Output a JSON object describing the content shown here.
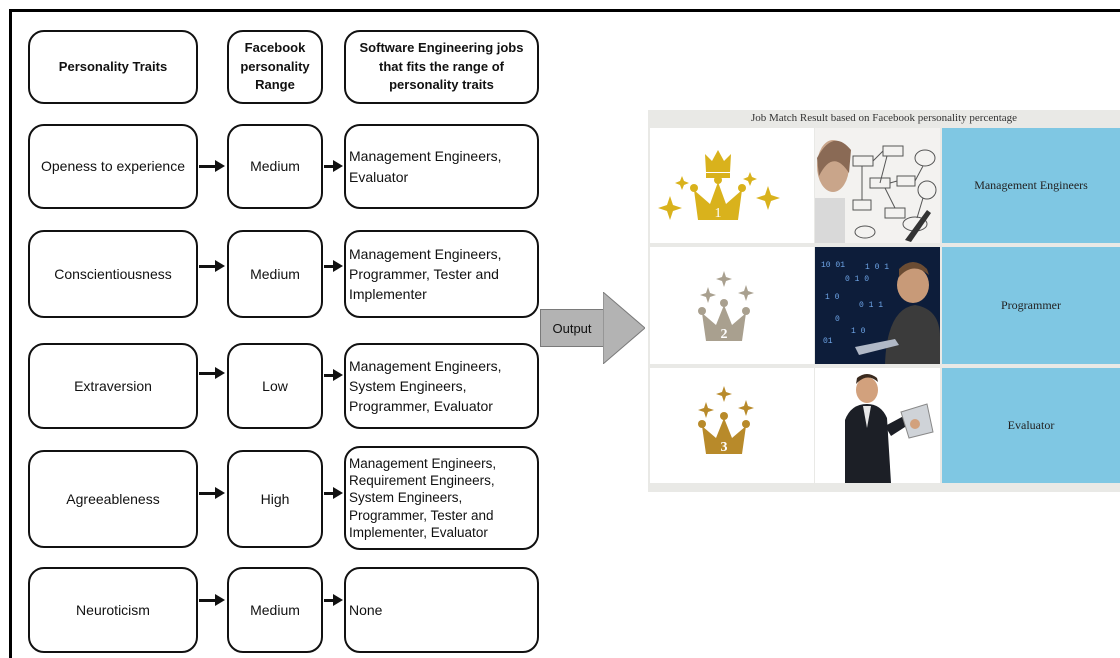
{
  "headers": {
    "traits": "Personality Traits",
    "range": "Facebook personality Range",
    "jobs": "Software Engineering jobs that fits the range of personality traits"
  },
  "rows": [
    {
      "trait": "Openess to experience",
      "range": "Medium",
      "jobs": "Management Engineers, Evaluator"
    },
    {
      "trait": "Conscientiousness",
      "range": "Medium",
      "jobs": "Management Engineers, Programmer, Tester and Implementer"
    },
    {
      "trait": "Extraversion",
      "range": "Low",
      "jobs": "Management Engineers, System Engineers, Programmer, Evaluator"
    },
    {
      "trait": "Agreeableness",
      "range": "High",
      "jobs": "Management Engineers, Requirement Engineers, System Engineers, Programmer, Tester and Implementer, Evaluator"
    },
    {
      "trait": "Neuroticism",
      "range": "Medium",
      "jobs": "None"
    }
  ],
  "output_label": "Output",
  "result": {
    "title": "Job Match Result based on Facebook personality percentage",
    "items": [
      {
        "rank": "1",
        "job": "Management Engineers",
        "rank_color": "#d9b21c"
      },
      {
        "rank": "2",
        "job": "Programmer",
        "rank_color": "#a9a08f"
      },
      {
        "rank": "3",
        "job": "Evaluator",
        "rank_color": "#b88a2a"
      }
    ],
    "job_cell_color": "#7fc7e3"
  }
}
